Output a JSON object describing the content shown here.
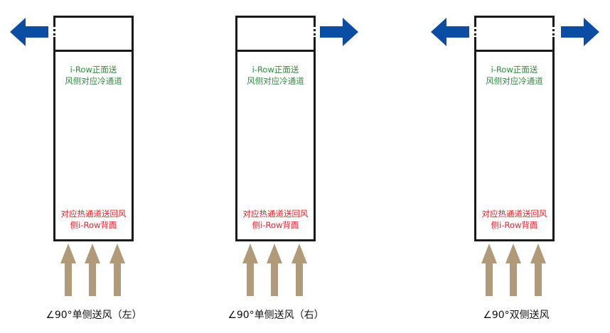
{
  "colors": {
    "cold_text": "#2e8b3e",
    "hot_text": "#e5202a",
    "exhaust_arrow": "#0a4da2",
    "intake_arrow": "#b09a7a",
    "cabinet_border": "#1a1a1a"
  },
  "units": [
    {
      "cold_label_line1": "i-Row正面送",
      "cold_label_line2": "风侧对应冷通道",
      "hot_label_line1": "对应热通道送回风",
      "hot_label_line2": "侧i-Row背面",
      "caption": "∠90°单侧送风（左）",
      "exhaust": "left"
    },
    {
      "cold_label_line1": "i-Row正面送",
      "cold_label_line2": "风侧对应冷通道",
      "hot_label_line1": "对应热通道送回风",
      "hot_label_line2": "侧i-Row背面",
      "caption": "∠90°单侧送风（右）",
      "exhaust": "right"
    },
    {
      "cold_label_line1": "i-Row正面送",
      "cold_label_line2": "风侧对应冷通道",
      "hot_label_line1": "对应热通道送回风",
      "hot_label_line2": "侧i-Row背面",
      "caption": "∠90°双侧送风",
      "exhaust": "both"
    }
  ]
}
